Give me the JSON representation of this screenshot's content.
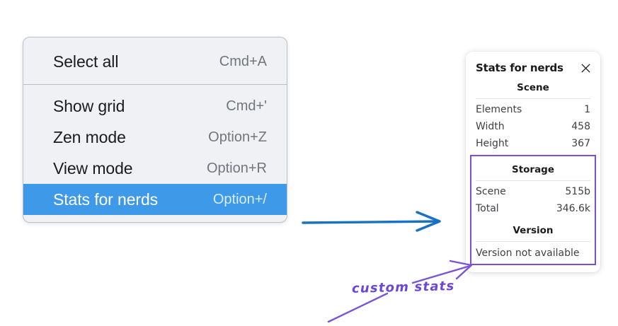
{
  "context_menu": {
    "groups": [
      {
        "items": [
          {
            "label": "Select all",
            "shortcut": "Cmd+A",
            "selected": false
          }
        ]
      },
      {
        "items": [
          {
            "label": "Show grid",
            "shortcut": "Cmd+'",
            "selected": false
          },
          {
            "label": "Zen mode",
            "shortcut": "Option+Z",
            "selected": false
          },
          {
            "label": "View mode",
            "shortcut": "Option+R",
            "selected": false
          },
          {
            "label": "Stats for nerds",
            "shortcut": "Option+/",
            "selected": true
          }
        ]
      }
    ],
    "highlight_color": "#3e9ae8"
  },
  "stats_panel": {
    "title": "Stats for nerds",
    "close_icon": "close-icon",
    "scene": {
      "heading": "Scene",
      "rows": [
        {
          "key": "Elements",
          "value": "1"
        },
        {
          "key": "Width",
          "value": "458"
        },
        {
          "key": "Height",
          "value": "367"
        }
      ]
    },
    "storage": {
      "heading": "Storage",
      "rows": [
        {
          "key": "Scene",
          "value": "515b"
        },
        {
          "key": "Total",
          "value": "346.6k"
        }
      ]
    },
    "version": {
      "heading": "Version",
      "note": "Version not available"
    },
    "highlight_box_color": "#7c4ddb"
  },
  "annotations": {
    "label": "custom stats",
    "label_color": "#6c47d6",
    "blue_arrow_color": "#1971c2",
    "purple_arrow_color": "#7a55d8"
  }
}
